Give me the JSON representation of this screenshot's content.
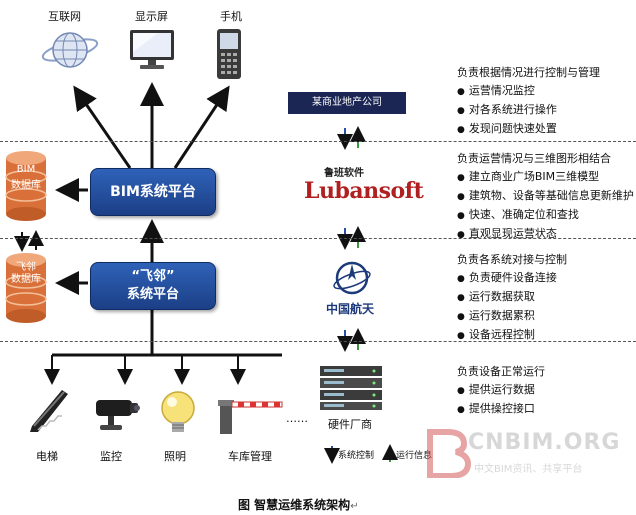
{
  "devices": {
    "internet": "互联网",
    "display": "显示屏",
    "phone": "手机"
  },
  "databases": {
    "bim": [
      "BIM",
      "数据库"
    ],
    "feilin": [
      "飞邻",
      "数据库"
    ]
  },
  "platforms": {
    "bim": "BIM系统平台",
    "feilin_line1": "“飞邻”",
    "feilin_line2": "系统平台"
  },
  "terminals": {
    "elevator": "电梯",
    "monitor": "监控",
    "lighting": "照明",
    "parking": "车库管理",
    "dots": "……"
  },
  "companies": {
    "realestate": "某商业地产公司",
    "luban_cn": "鲁班软件",
    "luban_en": "Lubansoft",
    "casc": "中国航天",
    "hardware": "硬件厂商"
  },
  "responsibilities": [
    {
      "title": "负责根据情况进行控制与管理",
      "items": [
        "运营情况监控",
        "对各系统进行操作",
        "发现问题快速处置"
      ]
    },
    {
      "title": "负责运营情况与三维图形相结合",
      "items": [
        "建立商业广场BIM三维模型",
        "建筑物、设备等基础信息更新维护",
        "快速、准确定位和查找",
        "直观显现运营状态"
      ]
    },
    {
      "title": "负责各系统对接与控制",
      "items": [
        "负责硬件设备连接",
        "运行数据获取",
        "运行数据累积",
        "设备远程控制"
      ]
    },
    {
      "title": "负责设备正常运行",
      "items": [
        "提供运行数据",
        "提供操控接口"
      ]
    }
  ],
  "legend": {
    "control": "系统控制",
    "info": "运行信息"
  },
  "watermark": {
    "logo": "CNBIM.ORG",
    "tagline": "中文BIM资讯、共享平台"
  },
  "caption": "图  智慧运维系统架构",
  "colors": {
    "platform_blue": "#2a5bb0",
    "db_orange": "#d9703a",
    "arrow_control": "#2a4fa8",
    "arrow_info": "#3a9a3a"
  }
}
